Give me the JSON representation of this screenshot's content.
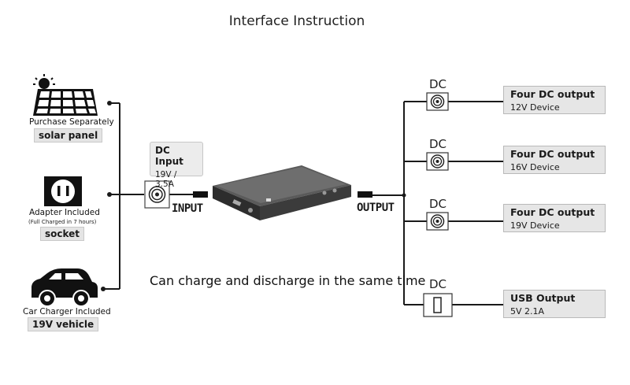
{
  "title": "Interface Instruction",
  "inputs": [
    {
      "caption": "Purchase Separately",
      "tag": "solar panel",
      "icon": "solar-panel-icon"
    },
    {
      "caption": "Adapter Included",
      "subcaption": "(Full Charged in 7 hours)",
      "tag": "socket",
      "icon": "power-socket-icon"
    },
    {
      "caption": "Car Charger Included",
      "tag": "19V vehicle",
      "icon": "car-icon"
    }
  ],
  "dc_input": {
    "heading": "DC Input",
    "value": "19V / 3.5A"
  },
  "input_label": "INPUT",
  "output_label": "OUTPUT",
  "outputs": [
    {
      "port_label": "DC",
      "port_icon": "dc-barrel-port-icon",
      "heading": "Four DC output",
      "value": "12V Device"
    },
    {
      "port_label": "DC",
      "port_icon": "dc-barrel-port-icon",
      "heading": "Four DC output",
      "value": "16V Device"
    },
    {
      "port_label": "DC",
      "port_icon": "dc-barrel-port-icon",
      "heading": "Four DC output",
      "value": "19V Device"
    },
    {
      "port_label": "DC",
      "port_icon": "usb-port-icon",
      "heading": "USB Output",
      "value": "5V  2.1A"
    }
  ],
  "note": "Can charge and discharge in the same time",
  "colors": {
    "line": "#1a1a1a",
    "box_fill": "#e6e6e6",
    "device_body": "#4a4a4a"
  }
}
